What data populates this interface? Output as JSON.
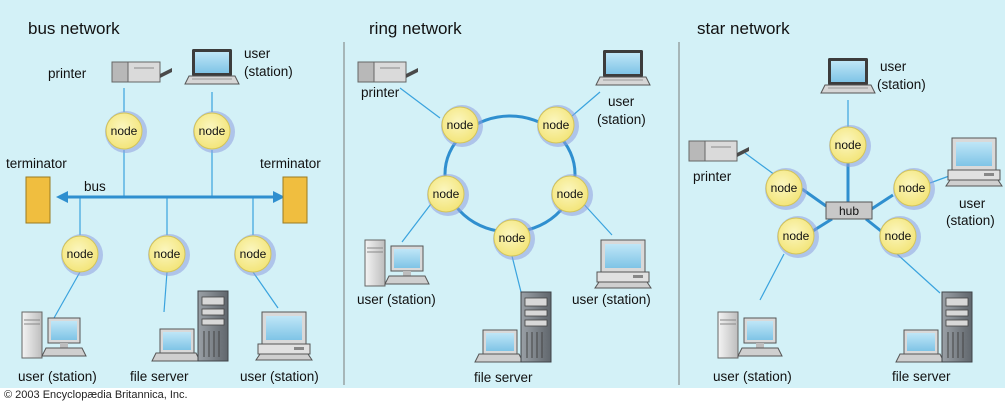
{
  "colors": {
    "background": "#d3f1f7",
    "link": "#3aa3de",
    "bus": "#2f8fcf",
    "node_fill": "#f6ec8e",
    "node_glow": "#7f8fd8",
    "terminator": "#f0be3f",
    "divider": "#7a7a7a"
  },
  "panels": {
    "bus": {
      "title": "bus network",
      "printer": "printer",
      "user_top": "user",
      "user_top_2": "(station)",
      "terminator_left": "terminator",
      "terminator_right": "terminator",
      "bus": "bus",
      "node": "node",
      "user_bottom_left": "user (station)",
      "file_server": "file server",
      "user_bottom_right": "user (station)"
    },
    "ring": {
      "title": "ring network",
      "printer": "printer",
      "user_right": "user",
      "user_right_2": "(station)",
      "node": "node",
      "user_left": "user (station)",
      "user_bottom_right": "user (station)",
      "file_server": "file server"
    },
    "star": {
      "title": "star network",
      "user_top": "user",
      "user_top_2": "(station)",
      "printer": "printer",
      "hub": "hub",
      "node": "node",
      "user_right": "user",
      "user_right_2": "(station)",
      "user_bottom": "user (station)",
      "file_server": "file server"
    }
  },
  "copyright": "© 2003 Encyclopædia Britannica, Inc."
}
